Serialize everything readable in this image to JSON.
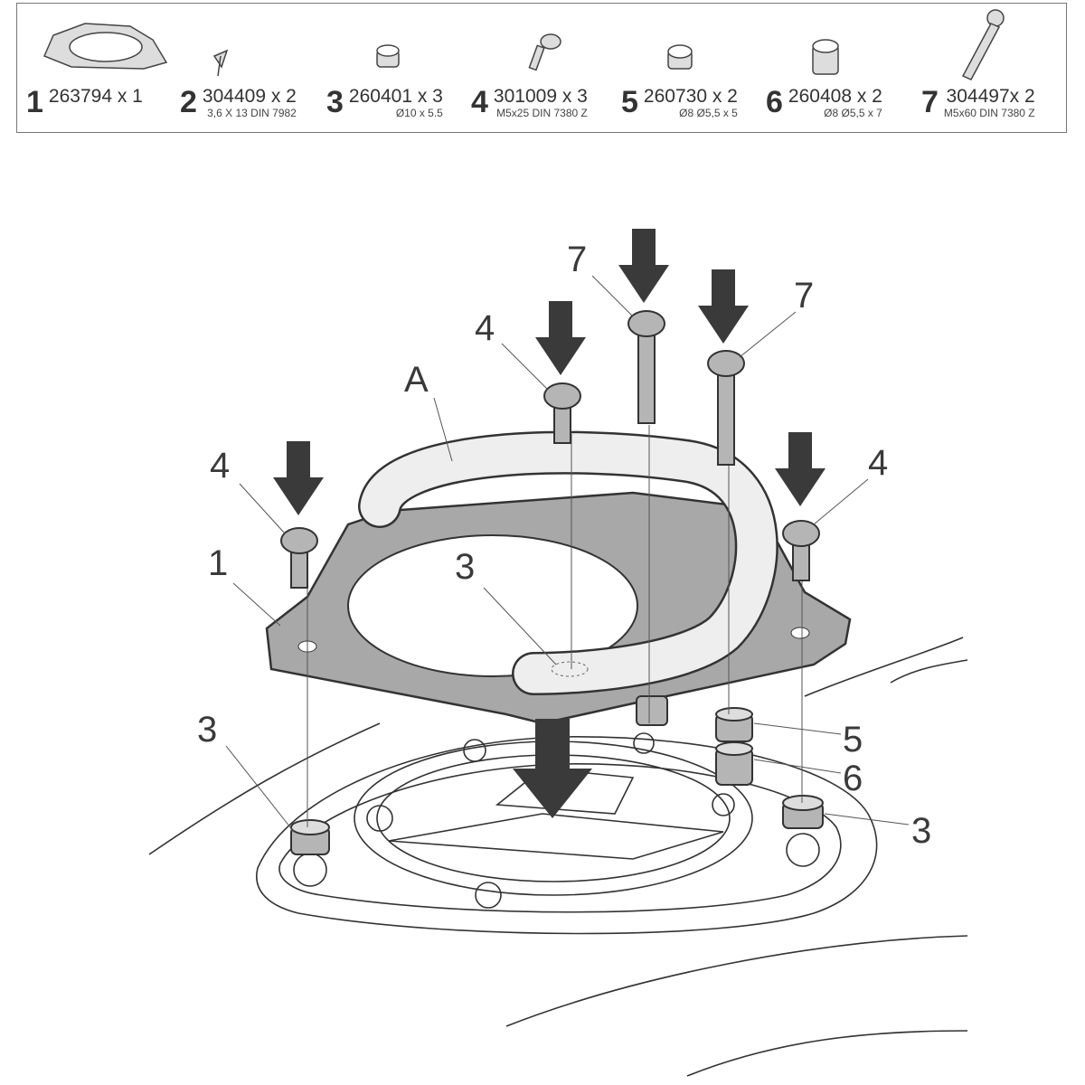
{
  "parts_list": [
    {
      "number": "1",
      "code": "263794 x 1",
      "spec": "",
      "icon": "gasket-icon"
    },
    {
      "number": "2",
      "code": "304409 x 2",
      "spec": "3,6 X 13 DIN 7982",
      "icon": "screw-icon"
    },
    {
      "number": "3",
      "code": "260401 x 3",
      "spec": "Ø10 x 5.5",
      "icon": "spacer-icon"
    },
    {
      "number": "4",
      "code": "301009 x 3",
      "spec": "M5x25 DIN 7380 Z",
      "icon": "bolt-icon"
    },
    {
      "number": "5",
      "code": "260730 x 2",
      "spec": "Ø8 Ø5,5 x 5",
      "icon": "spacer-icon"
    },
    {
      "number": "6",
      "code": "260408 x 2",
      "spec": "Ø8 Ø5,5 x 7",
      "icon": "spacer-icon"
    },
    {
      "number": "7",
      "code": "304497x 2",
      "spec": "M5x60 DIN 7380 Z",
      "icon": "long-bolt-icon"
    }
  ],
  "callouts": {
    "ring": "A",
    "gasket": "1",
    "spacer_center": "3",
    "spacer_left": "3",
    "spacer_right": "3",
    "bolt_left": "4",
    "bolt_center": "4",
    "bolt_right": "4",
    "long_bolt_left": "7",
    "long_bolt_right": "7",
    "spacer_5": "5",
    "spacer_6": "6"
  },
  "colors": {
    "gasket": "#a8a8a8",
    "outline": "#3a3a3a",
    "ring": "#eeeeee",
    "arrow": "#3a3a3a"
  }
}
